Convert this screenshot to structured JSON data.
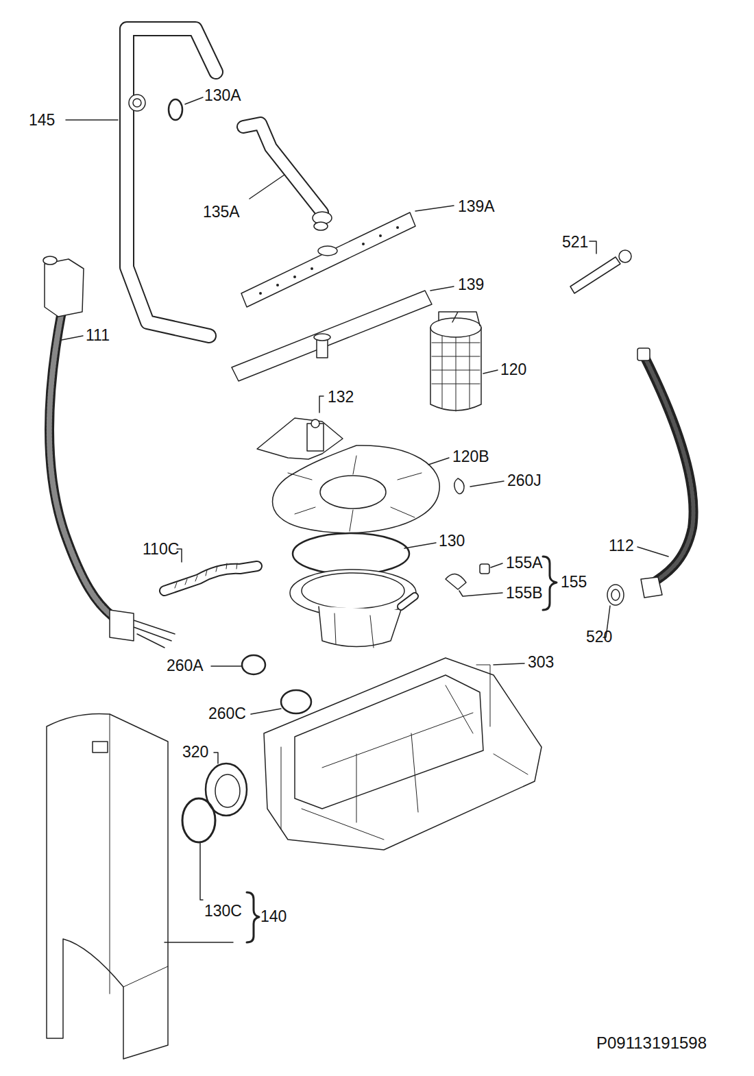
{
  "diagram": {
    "labels": [
      "145",
      "130A",
      "135A",
      "139A",
      "521",
      "139",
      "111",
      "120",
      "132",
      "120B",
      "260J",
      "110C",
      "130",
      "155A",
      "155B",
      "155",
      "112",
      "520",
      "260A",
      "303",
      "260C",
      "320",
      "130C",
      "140",
      "P09113191598"
    ]
  }
}
